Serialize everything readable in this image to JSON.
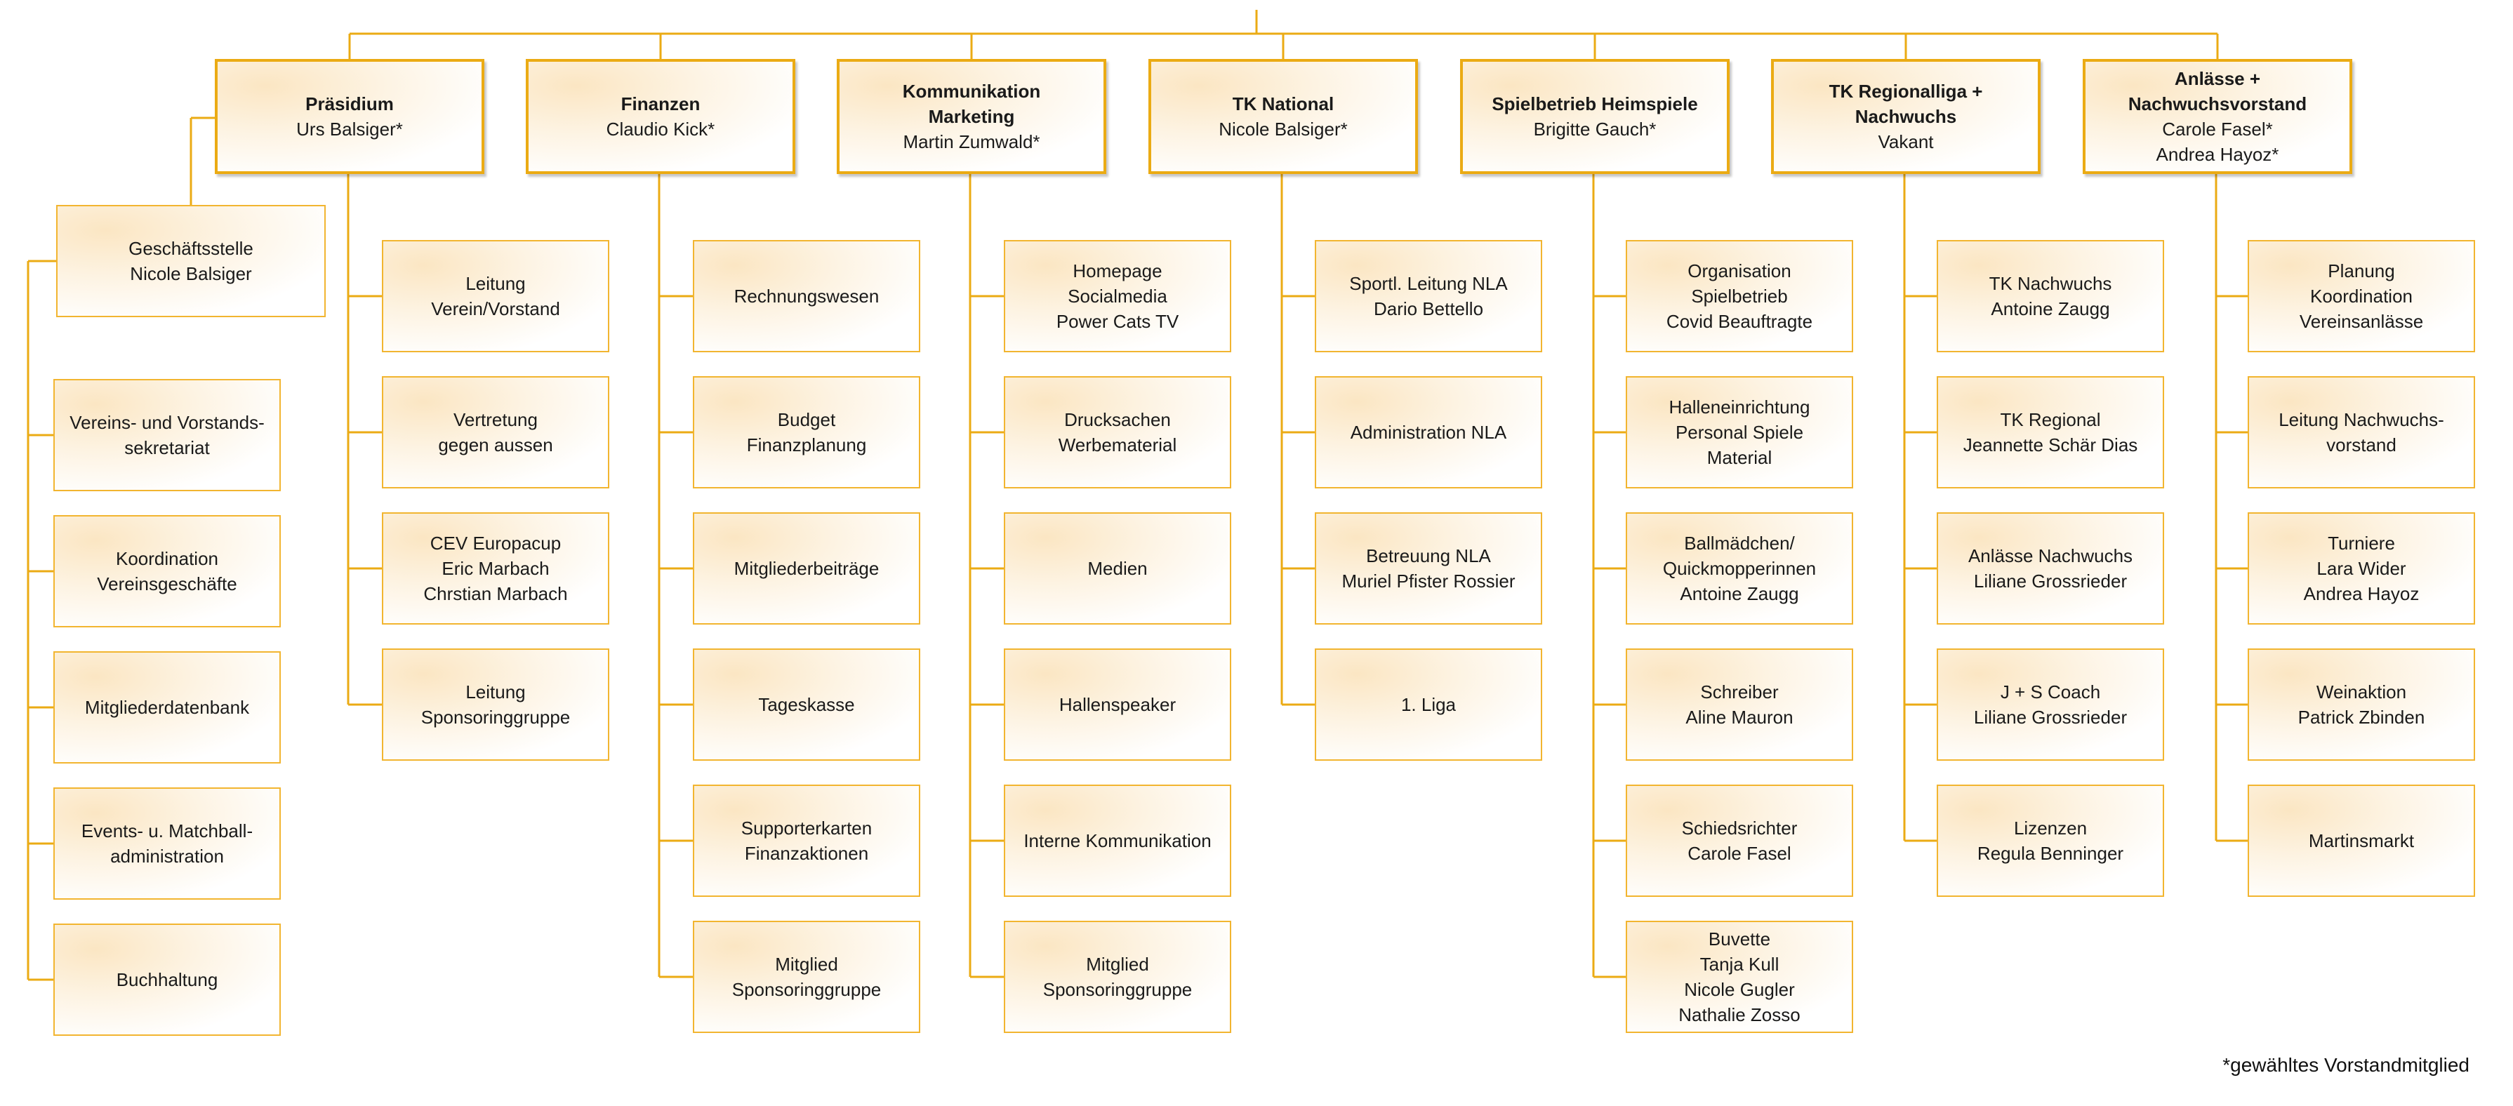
{
  "colors": {
    "connector": "#ebab14",
    "box_border": "#f2b530",
    "head_border": "#ebab14"
  },
  "heads": [
    {
      "title": [
        "Präsidium"
      ],
      "lines": [
        "Urs Balsiger*"
      ]
    },
    {
      "title": [
        "Finanzen"
      ],
      "lines": [
        "Claudio Kick*"
      ]
    },
    {
      "title": [
        "Kommunikation",
        "Marketing"
      ],
      "lines": [
        "Martin Zumwald*"
      ]
    },
    {
      "title": [
        "TK National"
      ],
      "lines": [
        "Nicole Balsiger*"
      ]
    },
    {
      "title": [
        "Spielbetrieb Heimspiele"
      ],
      "lines": [
        "Brigitte Gauch*"
      ]
    },
    {
      "title": [
        "TK Regionalliga +",
        "Nachwuchs"
      ],
      "lines": [
        "Vakant"
      ]
    },
    {
      "title": [
        "Anlässe +",
        "Nachwuchsvorstand"
      ],
      "lines": [
        "Carole Fasel*",
        "Andrea Hayoz*"
      ]
    }
  ],
  "assistant": {
    "lines": [
      "Geschäftsstelle",
      "Nicole Balsiger"
    ]
  },
  "assistant_children": [
    [
      "Vereins- und Vorstands-",
      "sekretariat"
    ],
    [
      "Koordination",
      "Vereinsgeschäfte"
    ],
    [
      "Mitgliederdatenbank"
    ],
    [
      "Events- u. Matchball-",
      "administration"
    ],
    [
      "Buchhaltung"
    ]
  ],
  "columns": [
    [
      [
        "Leitung",
        "Verein/Vorstand"
      ],
      [
        "Vertretung",
        "gegen aussen"
      ],
      [
        "CEV Europacup",
        "Eric Marbach",
        "Chrstian Marbach"
      ],
      [
        "Leitung",
        "Sponsoringgruppe"
      ]
    ],
    [
      [
        "Rechnungswesen"
      ],
      [
        "Budget",
        "Finanzplanung"
      ],
      [
        "Mitgliederbeiträge"
      ],
      [
        "Tageskasse"
      ],
      [
        "Supporterkarten",
        "Finanzaktionen"
      ],
      [
        "Mitglied",
        "Sponsoringgruppe"
      ]
    ],
    [
      [
        "Homepage",
        "Socialmedia",
        "Power Cats TV"
      ],
      [
        "Drucksachen",
        "Werbematerial"
      ],
      [
        "Medien"
      ],
      [
        "Hallenspeaker"
      ],
      [
        "Interne Kommunikation"
      ],
      [
        "Mitglied",
        "Sponsoringgruppe"
      ]
    ],
    [
      [
        "Sportl. Leitung NLA",
        "Dario Bettello"
      ],
      [
        "Administration NLA"
      ],
      [
        "Betreuung NLA",
        "Muriel Pfister Rossier"
      ],
      [
        "1. Liga"
      ]
    ],
    [
      [
        "Organisation",
        "Spielbetrieb",
        "Covid Beauftragte"
      ],
      [
        "Halleneinrichtung",
        "Personal Spiele",
        "Material"
      ],
      [
        "Ballmädchen/",
        "Quickmopperinnen",
        "Antoine Zaugg"
      ],
      [
        "Schreiber",
        "Aline Mauron"
      ],
      [
        "Schiedsrichter",
        "Carole Fasel"
      ],
      [
        "Buvette",
        "Tanja Kull",
        "Nicole Gugler",
        "Nathalie Zosso"
      ]
    ],
    [
      [
        "TK Nachwuchs",
        "Antoine Zaugg"
      ],
      [
        "TK Regional",
        "Jeannette Schär Dias"
      ],
      [
        "Anlässe Nachwuchs",
        "Liliane Grossrieder"
      ],
      [
        "J + S Coach",
        "Liliane Grossrieder"
      ],
      [
        "Lizenzen",
        "Regula Benninger"
      ]
    ],
    [
      [
        "Planung",
        "Koordination",
        "Vereinsanlässe"
      ],
      [
        "Leitung Nachwuchs-",
        "vorstand"
      ],
      [
        "Turniere",
        "Lara Wider",
        "Andrea Hayoz"
      ],
      [
        "Weinaktion",
        "Patrick Zbinden"
      ],
      [
        "Martinsmarkt"
      ]
    ]
  ],
  "footnote": "*gewähltes Vorstandmitglied"
}
